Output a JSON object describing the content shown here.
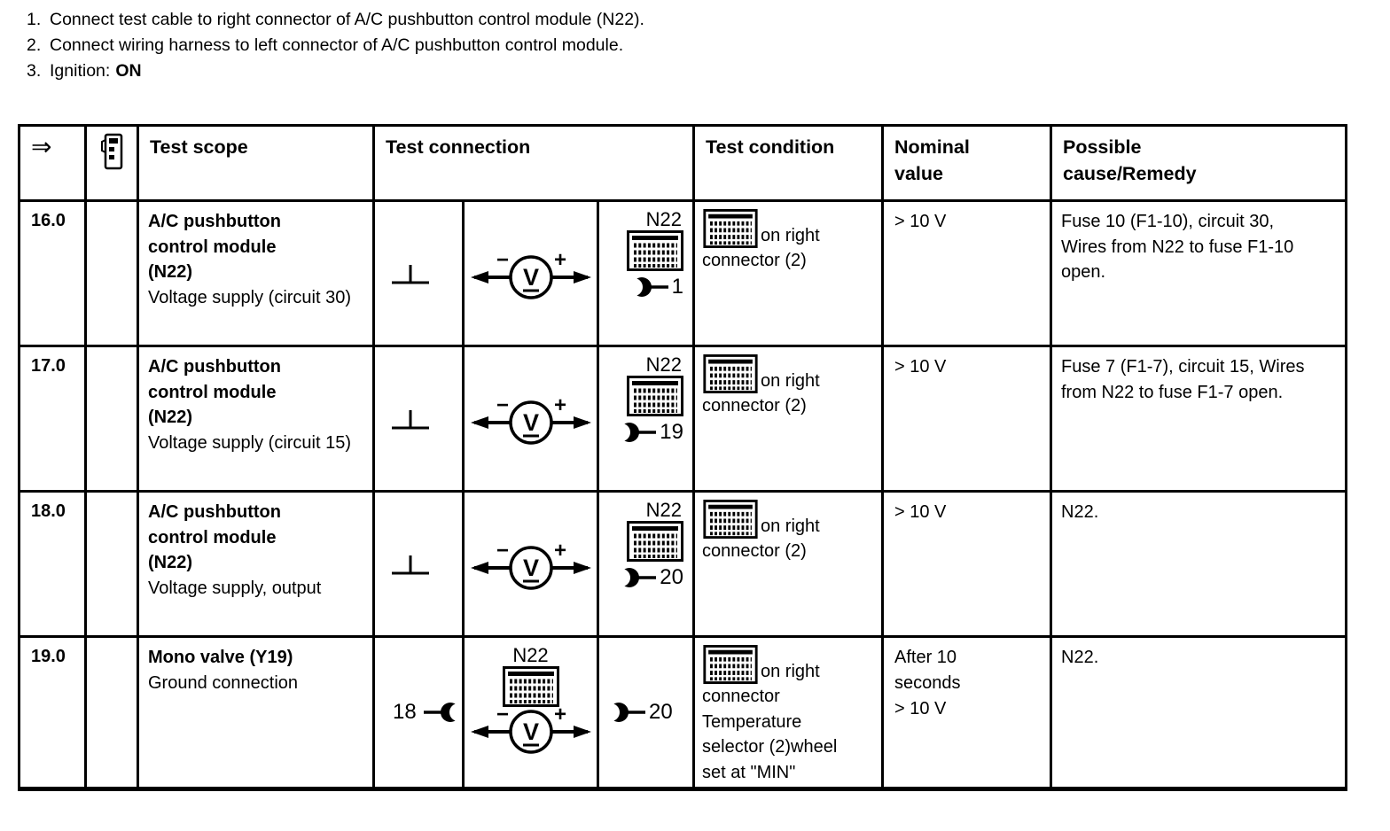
{
  "instructions": [
    {
      "label": "1.",
      "text": "Connect test cable to right connector of A/C pushbutton control module (N22)."
    },
    {
      "label": "2.",
      "text": "Connect wiring harness to left connector of A/C pushbutton control module."
    },
    {
      "label": "3.",
      "text": "Ignition:",
      "bold": "ON"
    }
  ],
  "header": {
    "arrow": "⇒",
    "scope": "Test scope",
    "connection": "Test connection",
    "condition": "Test condition",
    "nominal": "Nominal value",
    "remedy": "Possible cause/Remedy"
  },
  "icons": {
    "meter": "V",
    "minus": "−",
    "plus": "+"
  },
  "rows": [
    {
      "step": "16.0",
      "scope_title": "A/C pushbutton control module (N22)",
      "scope_desc": "Voltage supply (circuit 30)",
      "connection": {
        "module": "N22",
        "pin": "1"
      },
      "condition": {
        "line1": "on right",
        "rest": "connector (2)"
      },
      "nominal": "> 10 V",
      "remedy": "Fuse 10 (F1-10), circuit 30, Wires from N22 to fuse F1-10 open."
    },
    {
      "step": "17.0",
      "scope_title": "A/C pushbutton control module (N22)",
      "scope_desc": "Voltage supply (circuit 15)",
      "connection": {
        "module": "N22",
        "pin": "19"
      },
      "condition": {
        "line1": "on right",
        "rest": "connector (2)"
      },
      "nominal": "> 10 V",
      "remedy": "Fuse 7 (F1-7), circuit 15, Wires from N22 to fuse F1-7 open."
    },
    {
      "step": "18.0",
      "scope_title": "A/C pushbutton control module (N22)",
      "scope_desc": "Voltage supply, output",
      "connection": {
        "module": "N22",
        "pin": "20"
      },
      "condition": {
        "line1": "on right",
        "rest": "connector (2)"
      },
      "nominal": "> 10 V",
      "remedy": "N22."
    },
    {
      "step": "19.0",
      "scope_title": "Mono valve (Y19)",
      "scope_desc": "Ground connection",
      "connection": {
        "module": "N22",
        "pin_left": "18",
        "pin_right": "20"
      },
      "condition": {
        "line1": "on right",
        "lines": [
          "connector",
          "Temperature",
          "selector (2)wheel",
          "set at \"MIN\""
        ]
      },
      "nominal_lines": [
        "After 10",
        "seconds",
        "> 10 V"
      ],
      "remedy": "N22."
    }
  ]
}
